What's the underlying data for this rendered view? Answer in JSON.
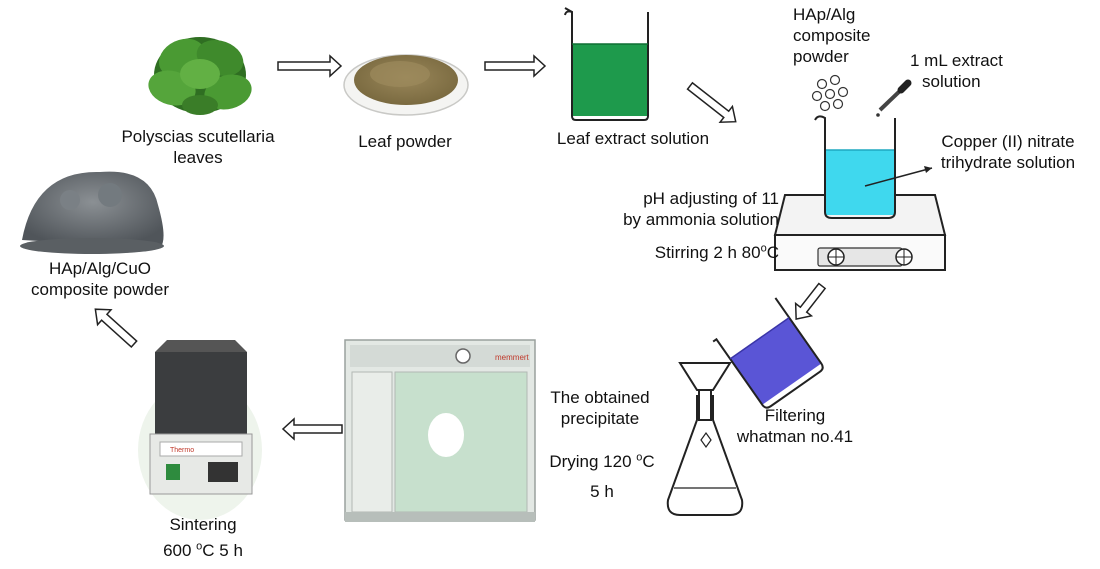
{
  "labels": {
    "leaves": [
      "Polyscias scutellaria",
      "leaves"
    ],
    "leaf_powder": "Leaf powder",
    "leaf_extract": "Leaf extract solution",
    "hap_alg": [
      "HAp/Alg",
      "composite",
      "powder"
    ],
    "extract_ml": [
      "1 mL extract",
      "solution"
    ],
    "copper": [
      "Copper (II) nitrate",
      "trihydrate solution"
    ],
    "ph": [
      "pH adjusting of 11",
      "by ammonia solution"
    ],
    "stirring": {
      "text": "Stirring 2 h 80",
      "sup": "o",
      "unit": "C"
    },
    "filtering": [
      "Filtering",
      "whatman no.41"
    ],
    "precipitate": [
      "The obtained",
      "precipitate"
    ],
    "drying": {
      "text": "Drying 120 ",
      "sup": "o",
      "unit": "C",
      "line2": "5 h"
    },
    "sintering": {
      "line1": "Sintering",
      "text": "600 ",
      "sup": "o",
      "unit": "C 5 h"
    },
    "final_powder": [
      "HAp/Alg/CuO",
      "composite powder"
    ]
  },
  "oven_brand": "memmert",
  "furnace_brand": "Thermo",
  "colors": {
    "leaf_green": "#3f8a2c",
    "powder_brown": "#8c7a4e",
    "extract_green": "#1e9a4c",
    "copper_cyan": "#3fd8ee",
    "filter_blue": "#5a55d6",
    "final_gray": "#6e7377",
    "oven_gray": "#e3e8e4",
    "furnace_dark": "#3b3d3f"
  }
}
